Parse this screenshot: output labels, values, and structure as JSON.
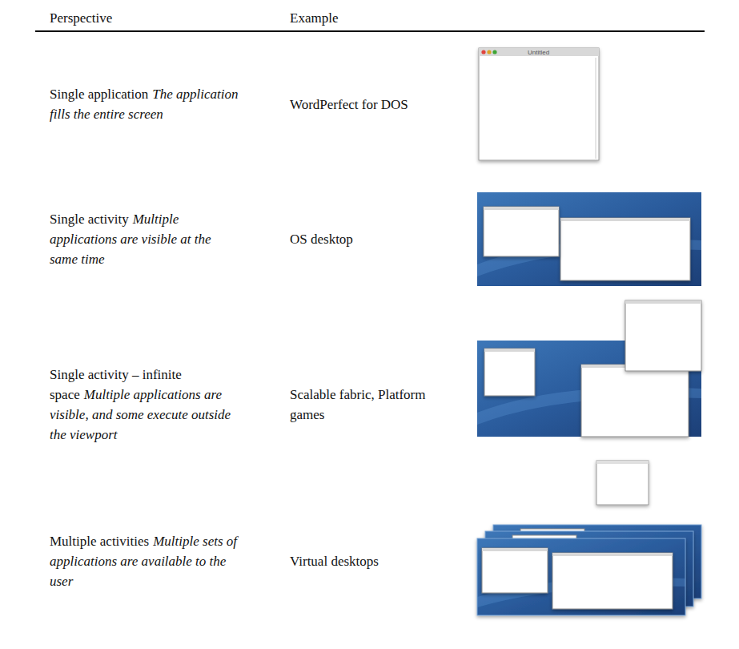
{
  "diagram": {
    "labels": [
      "Perspective",
      "Example",
      "Single application",
      "The application fills the entire screen",
      "WordPerfect for DOS",
      "Untitled",
      "Single activity",
      "Multiple applications are visible at the same time",
      "OS desktop",
      "Single activity – infinite space",
      "Multiple applications are visible, and some execute outside the viewport",
      "Scalable fabric, Platform games",
      "Multiple activities",
      "Multiple sets of applications are available to the user",
      "Virtual desktops"
    ]
  }
}
